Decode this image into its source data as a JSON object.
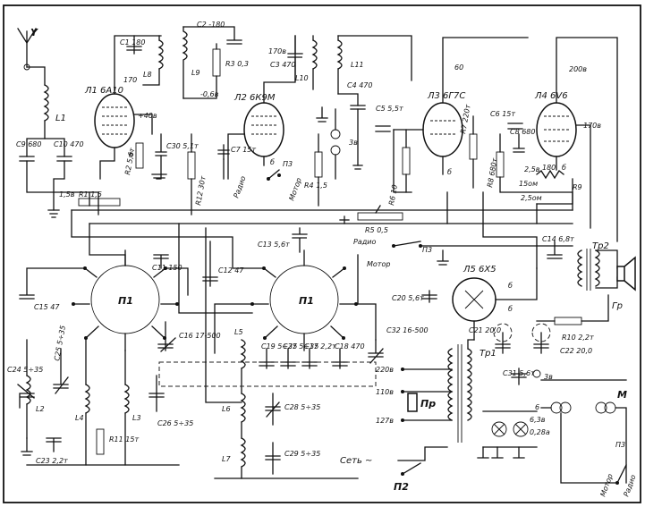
{
  "tubes": [
    {
      "id": "l1",
      "label": "Л1 6А10",
      "voltage": "170",
      "grid_v": "+40в"
    },
    {
      "id": "l2",
      "label": "Л2 6К9М",
      "voltage": "170в"
    },
    {
      "id": "l3",
      "label": "Л3 6Г7С",
      "voltage": "60"
    },
    {
      "id": "l4",
      "label": "Л4 6V6",
      "voltage": "200в",
      "extra_v": "170в"
    },
    {
      "id": "l5",
      "label": "Л5 6Х5"
    }
  ],
  "capacitors": {
    "c1": "C1 180",
    "c2": "C2 -180",
    "c3": "C3 470",
    "c4": "C4 470",
    "c5": "C5 5,5т",
    "c6": "C6 15т",
    "c7": "C7 15т",
    "c8": "C8 680",
    "c9": "C9 680",
    "c10": "C10 470",
    "c11": "C11 150",
    "c12": "C12 47",
    "c13": "C13 5,6т",
    "c14": "C14 6,8т",
    "c15": "C15 47",
    "c16": "C16 17-500",
    "c17": "C17 2,2т",
    "c18": "C18 470",
    "c19": "C19 5÷35",
    "c20": "C20 5,6т",
    "c21": "C21 20,0",
    "c22": "C22 20,0",
    "c23": "C23 2,2т",
    "c24": "C24 5÷35",
    "c25": "C25 5÷35",
    "c26": "C26 5÷35",
    "c27": "C27 5÷35",
    "c28": "C28 5÷35",
    "c29": "C29 5÷35",
    "c30": "C30 5,1т",
    "c31": "C31 5,6т",
    "c32": "C32 16-500"
  },
  "resistors": {
    "r1": "R1 1,5",
    "r2": "R2 5,6т",
    "r3": "R3 0,3",
    "r4": "R4 1,5",
    "r5": "R5 0,5",
    "r6": "R6 10",
    "r7": "R7 220т",
    "r8": "R8 680т",
    "r9": "R9",
    "r10": "R10 2,2т",
    "r11": "R11 15т",
    "r12": "R12 30т"
  },
  "inductors": [
    "L1",
    "L2",
    "L3",
    "L4",
    "L5",
    "L6",
    "L7",
    "L8",
    "L9",
    "L10",
    "L11"
  ],
  "switches": {
    "band_a": "П1",
    "band_b": "П1",
    "mains": "П2",
    "mode": "П3",
    "fuse": "Пр"
  },
  "transformers": {
    "output": "Тр2",
    "power": "Тр1"
  },
  "misc": {
    "antenna": "Y",
    "speaker": "Гр",
    "motor_label": "Мотор",
    "radio_label": "Радио",
    "mains_label": "Сеть ~",
    "v220": "220в",
    "v110": "110в",
    "v127": "127в",
    "heater_v": "6,3в",
    "lamp_rating": "0,28а",
    "lamp_v": "6",
    "motor_m": "М",
    "pu_label": "3в",
    "r9_15": "15ом",
    "r9_25": "2,5ом",
    "r9_180": "180",
    "r9_volt": "2,5в",
    "pot_minus": "-0,6в",
    "label_15": "1,5в",
    "label_6": "б"
  }
}
